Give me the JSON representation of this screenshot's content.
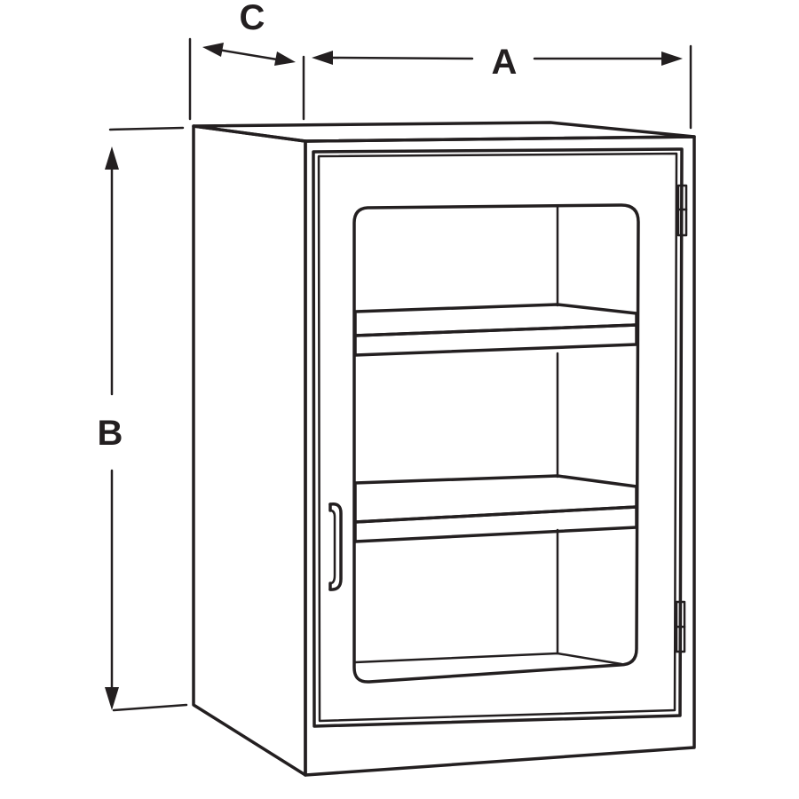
{
  "diagram": {
    "dimensions": {
      "width_label": "A",
      "height_label": "B",
      "depth_label": "C"
    },
    "colors": {
      "line": "#231f20",
      "background": "#ffffff"
    }
  }
}
